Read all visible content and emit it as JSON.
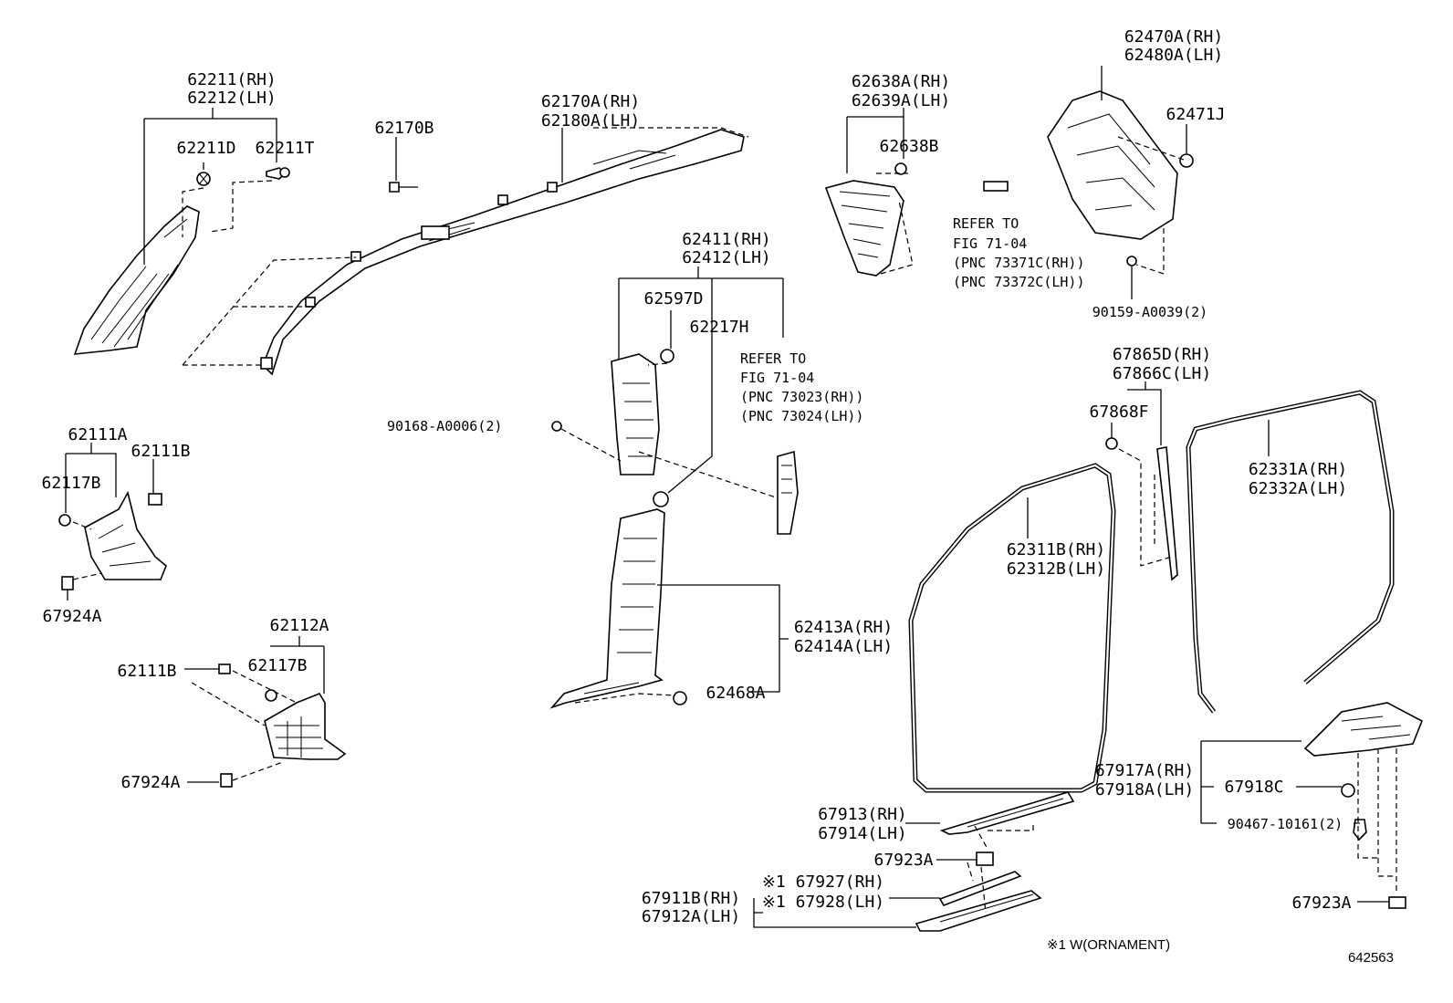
{
  "title": "",
  "image_id": "642563",
  "footnote": "※1 W(ORNAMENT)",
  "parts": {
    "p62211": [
      "62211(RH)",
      "62212(LH)"
    ],
    "p62211d": "62211D",
    "p62211t": "62211T",
    "p62170b": "62170B",
    "p62170a": [
      "62170A(RH)",
      "62180A(LH)"
    ],
    "p62638a": [
      "62638A(RH)",
      "62639A(LH)"
    ],
    "p62638b": "62638B",
    "p62470a": [
      "62470A(RH)",
      "62480A(LH)"
    ],
    "p62471j": "62471J",
    "refer_7104_a": [
      "REFER TO",
      "FIG 71-04",
      "(PNC 73371C(RH))",
      "(PNC 73372C(LH))"
    ],
    "p90159": "90159-A0039(2)",
    "p62411": [
      "62411(RH)",
      "62412(LH)"
    ],
    "p62597d": "62597D",
    "p62217h": "62217H",
    "refer_7104_b": [
      "REFER TO",
      "FIG 71-04",
      "(PNC 73023(RH))",
      "(PNC 73024(LH))"
    ],
    "p90168": "90168-A0006(2)",
    "p67865d": [
      "67865D(RH)",
      "67866C(LH)"
    ],
    "p67868f": "67868F",
    "p62111a": "62111A",
    "p62111b_top": "62111B",
    "p62117b_top": "62117B",
    "p67924a_top": "67924A",
    "p62331a": [
      "62331A(RH)",
      "62332A(LH)"
    ],
    "p62311b": [
      "62311B(RH)",
      "62312B(LH)"
    ],
    "p62413a": [
      "62413A(RH)",
      "62414A(LH)"
    ],
    "p62468a": "62468A",
    "p62112a": "62112A",
    "p62111b_bot": "62111B",
    "p62117b_bot": "62117B",
    "p67924a_bot": "67924A",
    "p67917a": [
      "67917A(RH)",
      "67918A(LH)"
    ],
    "p67918c": "67918C",
    "p90467": "90467-10161(2)",
    "p67913": [
      "67913(RH)",
      "67914(LH)"
    ],
    "p67923a_mid": "67923A",
    "p67927": [
      "※1 67927(RH)",
      "※1 67928(LH)"
    ],
    "p67911b": [
      "67911B(RH)",
      "67912A(LH)"
    ],
    "p67923a_right": "67923A"
  }
}
